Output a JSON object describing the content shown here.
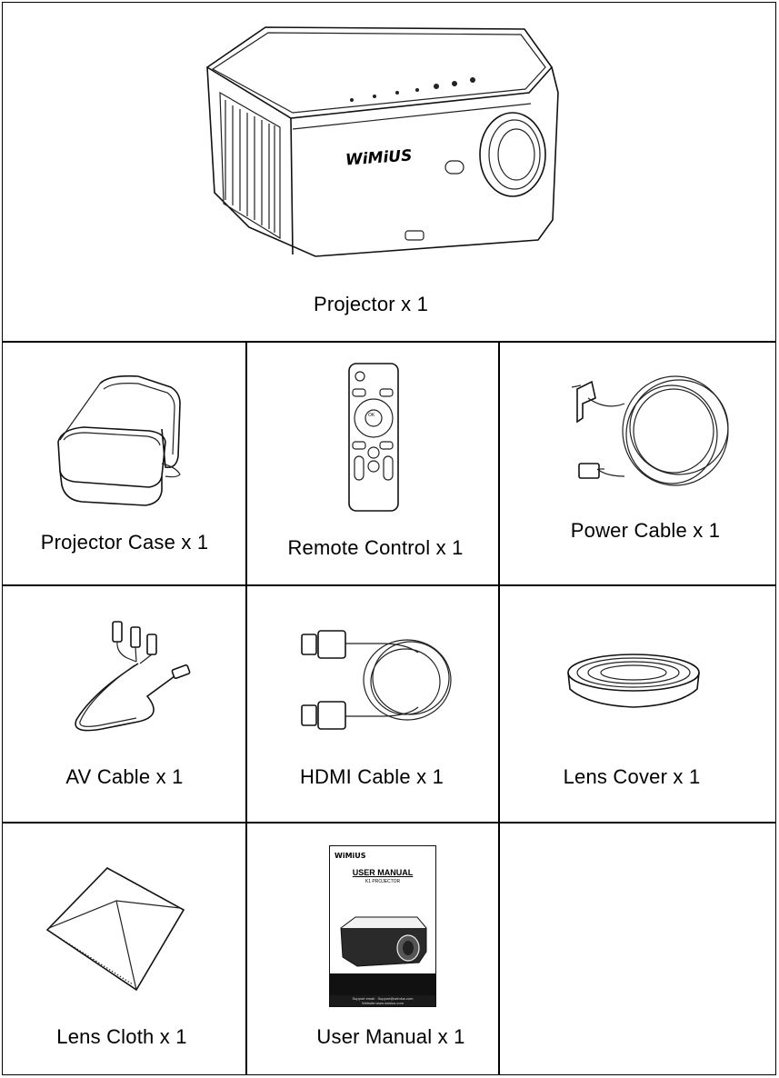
{
  "items": [
    {
      "label": "Projector x 1"
    },
    {
      "label": "Projector Case x 1"
    },
    {
      "label": "Remote Control x 1"
    },
    {
      "label": "Power Cable x 1"
    },
    {
      "label": "AV Cable x 1"
    },
    {
      "label": "HDMI Cable x 1"
    },
    {
      "label": "Lens Cover x 1"
    },
    {
      "label": "Lens Cloth x 1"
    },
    {
      "label": "User Manual x 1"
    }
  ],
  "projector": {
    "brand": "WiMiUS"
  },
  "remote": {
    "ok_text": "OK"
  },
  "manual": {
    "brand": "WiMiUS",
    "title": "USER MANUAL",
    "subtitle": "K1 PROJECTOR",
    "support": "Support email : Support@wimius.com",
    "website": "Website:www.wimius.com"
  }
}
